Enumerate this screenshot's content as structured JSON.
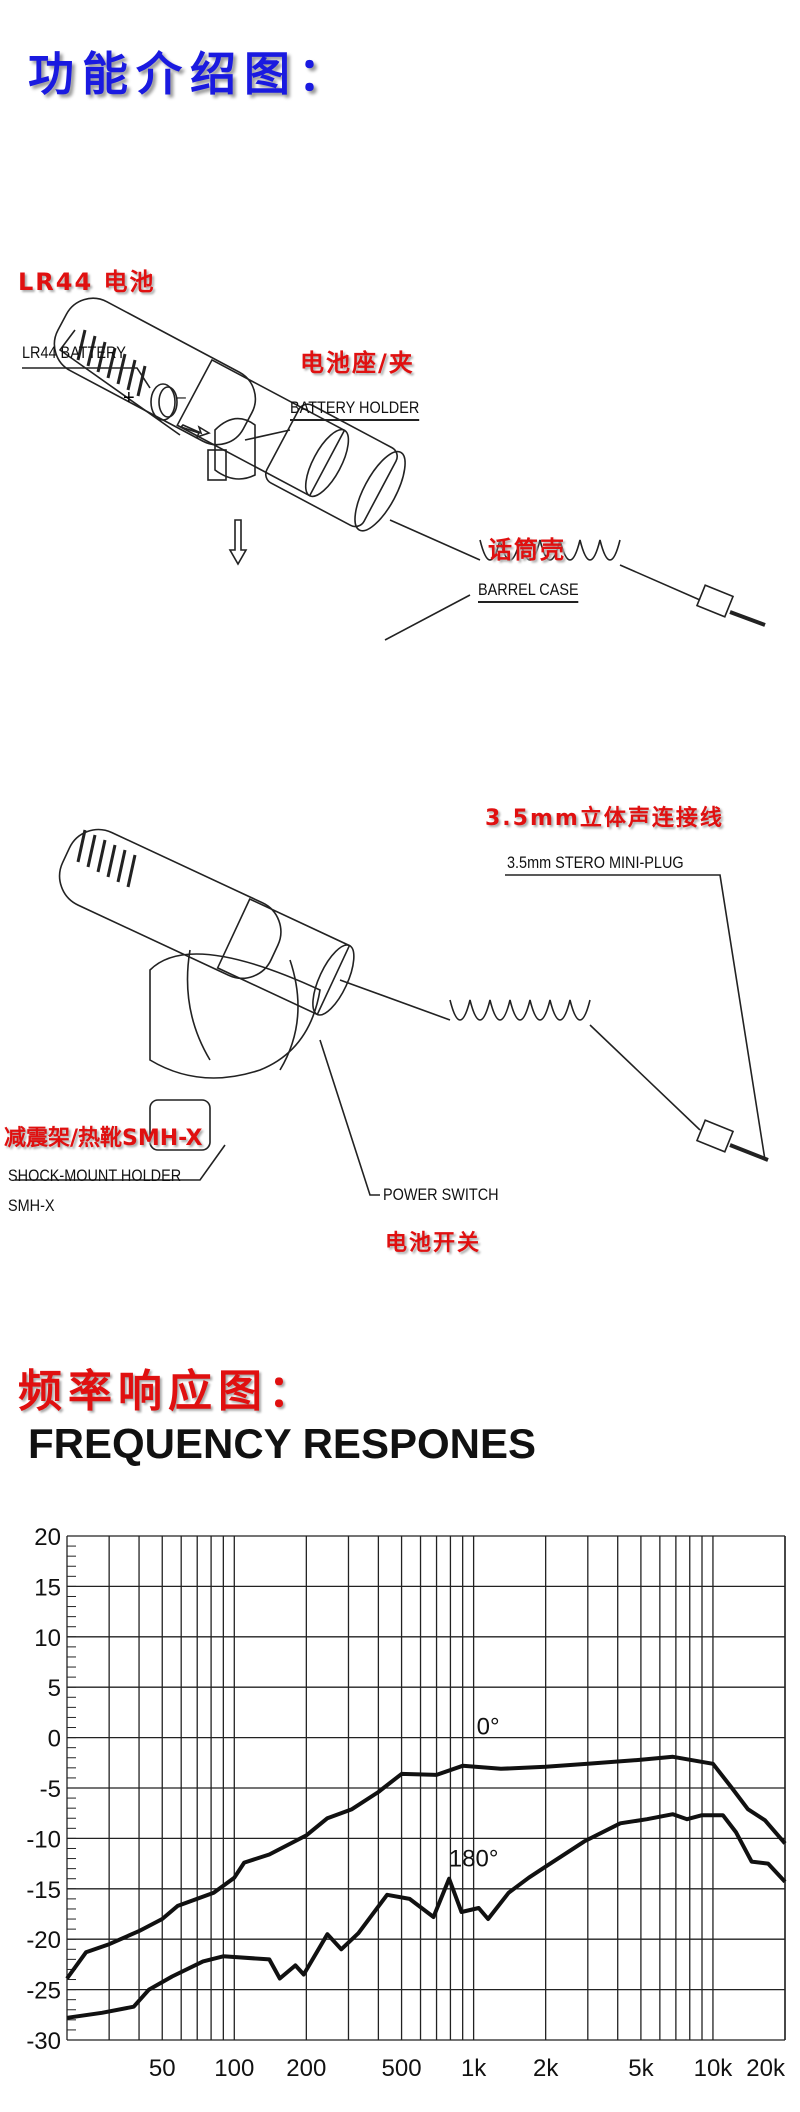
{
  "section1": {
    "title": "功能介绍图：",
    "lr44_cn": "LR44 电池",
    "lr44_en": "LR44 BATTERY",
    "holder_cn": "电池座/夹",
    "holder_en": "BATTERY HOLDER",
    "barrel_cn": "话筒壳",
    "barrel_en": "BARREL CASE",
    "plug_cn": "3.5mm立体声连接线",
    "plug_en": "3.5mm STERO MINI-PLUG",
    "shock_cn": "减震架/热靴SMH-X",
    "shock_en": "SHOCK-MOUNT HOLDER",
    "shock_model": "SMH-X",
    "switch_en": "POWER SWITCH",
    "switch_cn": "电池开关",
    "plus": "+",
    "minus": "–"
  },
  "section2": {
    "title_cn": "频率响应图：",
    "title_en": "FREQUENCY RESPONES"
  },
  "chart_data": {
    "type": "line",
    "title": "FREQUENCY RESPONES",
    "xlabel": "",
    "ylabel": "",
    "xscale": "log",
    "xlim": [
      20,
      20000
    ],
    "ylim": [
      -30,
      20
    ],
    "grid": true,
    "xticks": [
      {
        "v": 50,
        "label": "50"
      },
      {
        "v": 100,
        "label": "100"
      },
      {
        "v": 200,
        "label": "200"
      },
      {
        "v": 500,
        "label": "500"
      },
      {
        "v": 1000,
        "label": "1k"
      },
      {
        "v": 2000,
        "label": "2k"
      },
      {
        "v": 5000,
        "label": "5k"
      },
      {
        "v": 10000,
        "label": "10k"
      },
      {
        "v": 20000,
        "label": "20k"
      }
    ],
    "yticks": [
      20,
      15,
      10,
      5,
      0,
      -5,
      -10,
      -15,
      -20,
      -25,
      -30
    ],
    "series": [
      {
        "name": "0°",
        "label_at": [
          1150,
          0.3
        ],
        "x": [
          20,
          24,
          30,
          40,
          50,
          58,
          82,
          100,
          110,
          140,
          200,
          245,
          310,
          400,
          500,
          700,
          900,
          1300,
          2000,
          3000,
          5000,
          6800,
          10000,
          12000,
          14000,
          16500,
          20000
        ],
        "y": [
          -23.9,
          -21.3,
          -20.5,
          -19.2,
          -18,
          -16.7,
          -15.4,
          -13.9,
          -12.4,
          -11.6,
          -9.7,
          -8,
          -7.1,
          -5.4,
          -3.6,
          -3.7,
          -2.8,
          -3.1,
          -2.9,
          -2.6,
          -2.2,
          -1.9,
          -2.6,
          -5,
          -7.1,
          -8.2,
          -10.5
        ]
      },
      {
        "name": "180°",
        "label_at": [
          1000,
          -12.8
        ],
        "x": [
          20,
          28,
          38,
          44,
          55,
          74,
          90,
          140,
          155,
          180,
          195,
          245,
          280,
          330,
          435,
          540,
          680,
          790,
          890,
          1050,
          1150,
          1400,
          1700,
          2000,
          2900,
          4100,
          5300,
          6800,
          7800,
          9000,
          11000,
          12500,
          14500,
          17000,
          20000
        ],
        "y": [
          -27.8,
          -27.3,
          -26.7,
          -25,
          -23.7,
          -22.2,
          -21.7,
          -22,
          -23.9,
          -22.6,
          -23.5,
          -19.5,
          -21,
          -19.4,
          -15.6,
          -16,
          -17.8,
          -14,
          -17.3,
          -16.9,
          -18,
          -15.4,
          -13.9,
          -12.8,
          -10.3,
          -8.5,
          -8.1,
          -7.6,
          -8.1,
          -7.7,
          -7.7,
          -9.4,
          -12.3,
          -12.5,
          -14.3
        ]
      }
    ]
  }
}
